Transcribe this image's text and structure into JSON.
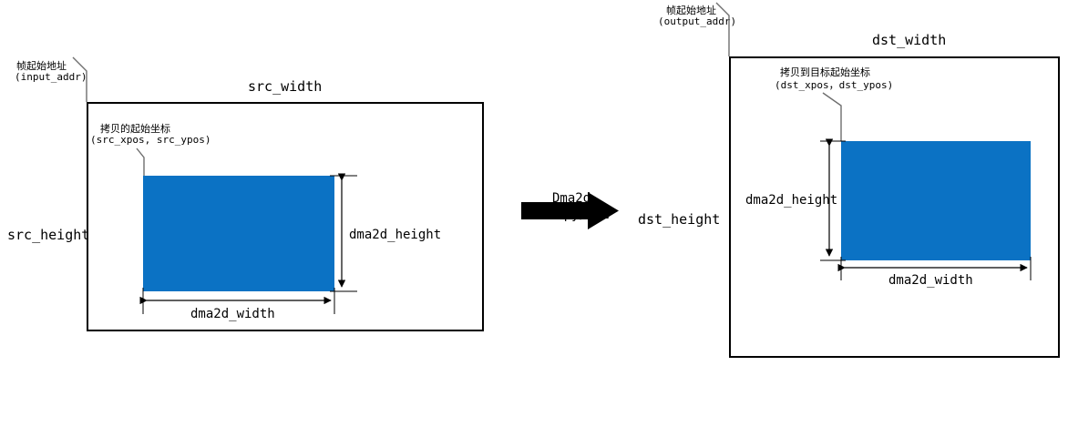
{
  "diagram": {
    "title_hidden": "",
    "colors": {
      "copy_region": "#0B72C4",
      "frame_stroke": "#000000",
      "leader": "#6e6e6e",
      "background": "#ffffff"
    },
    "source": {
      "frame_label_top": "src_width",
      "frame_label_left": "src_height",
      "base_addr_label_cjk": "帧起始地址",
      "base_addr_label_code": "(input_addr)",
      "copy_origin_label_cjk": "拷贝的起始坐标",
      "copy_origin_label_code": "(src_xpos, src_ypos)",
      "dim_width": "dma2d_width",
      "dim_height": "dma2d_height"
    },
    "transform": {
      "line1": "Dma2d",
      "line2": "memcpy/pfc",
      "arrow_icon": "right-arrow-icon"
    },
    "destination": {
      "frame_label_top": "dst_width",
      "frame_label_left": "dst_height",
      "base_addr_label_cjk": "帧起始地址",
      "base_addr_label_code": "(output_addr)",
      "copy_origin_label_cjk": "拷贝到目标起始坐标",
      "copy_origin_label_code": "(dst_xpos，dst_ypos)",
      "dim_width": "dma2d_width",
      "dim_height": "dma2d_height"
    }
  }
}
